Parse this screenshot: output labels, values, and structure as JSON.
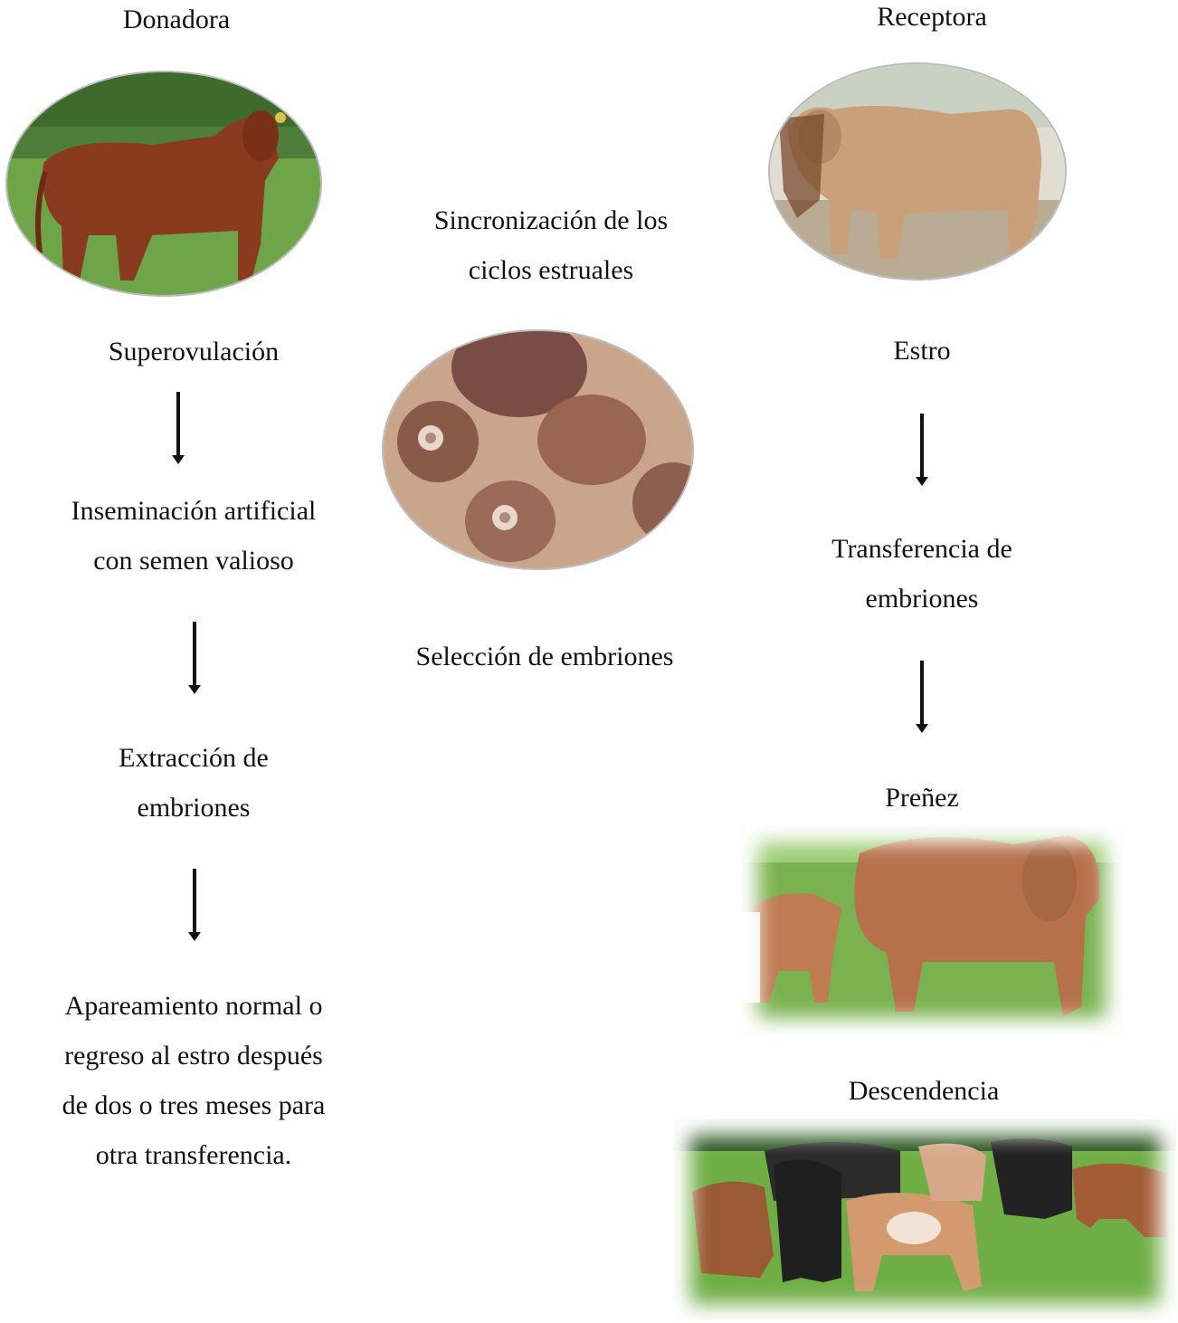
{
  "donor": {
    "title": "Donadora",
    "step1": "Superovulación",
    "step2_line1": "Inseminación artificial",
    "step2_line2": "con semen valioso",
    "step3_line1": "Extracción de",
    "step3_line2": "embriones",
    "step4_line1": "Apareamiento normal o",
    "step4_line2": "regreso al estro después",
    "step4_line3": "de dos o tres meses para",
    "step4_line4": "otra transferencia."
  },
  "center": {
    "sync_line1": "Sincronización de los",
    "sync_line2": "ciclos estruales",
    "selection": "Selección de embriones"
  },
  "recipient": {
    "title": "Receptora",
    "step1": "Estro",
    "step2_line1": "Transferencia de",
    "step2_line2": "embriones",
    "step3": "Preñez",
    "step4": "Descendencia"
  },
  "colors": {
    "text": "#111111",
    "arrow": "#111111",
    "grass": "#5f9a3c",
    "cow_red": "#8a3a1e",
    "cow_tan": "#c9a07a",
    "dish_bg": "#c9a58c"
  }
}
